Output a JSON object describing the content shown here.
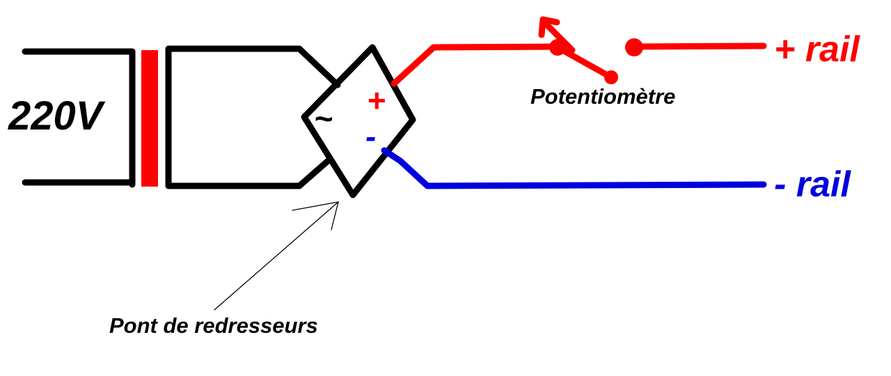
{
  "labels": {
    "voltage": "220V",
    "ac_symbol": "~",
    "bridge_plus": "+",
    "bridge_minus": "-",
    "potentiometer": "Potentiomètre",
    "plus_rail": "+ rail",
    "minus_rail": "- rail",
    "bridge_caption": "Pont de redresseurs"
  },
  "colors": {
    "wire_black": "#000000",
    "positive": "#ff0000",
    "negative": "#0000dd",
    "core": "#ff0000"
  }
}
